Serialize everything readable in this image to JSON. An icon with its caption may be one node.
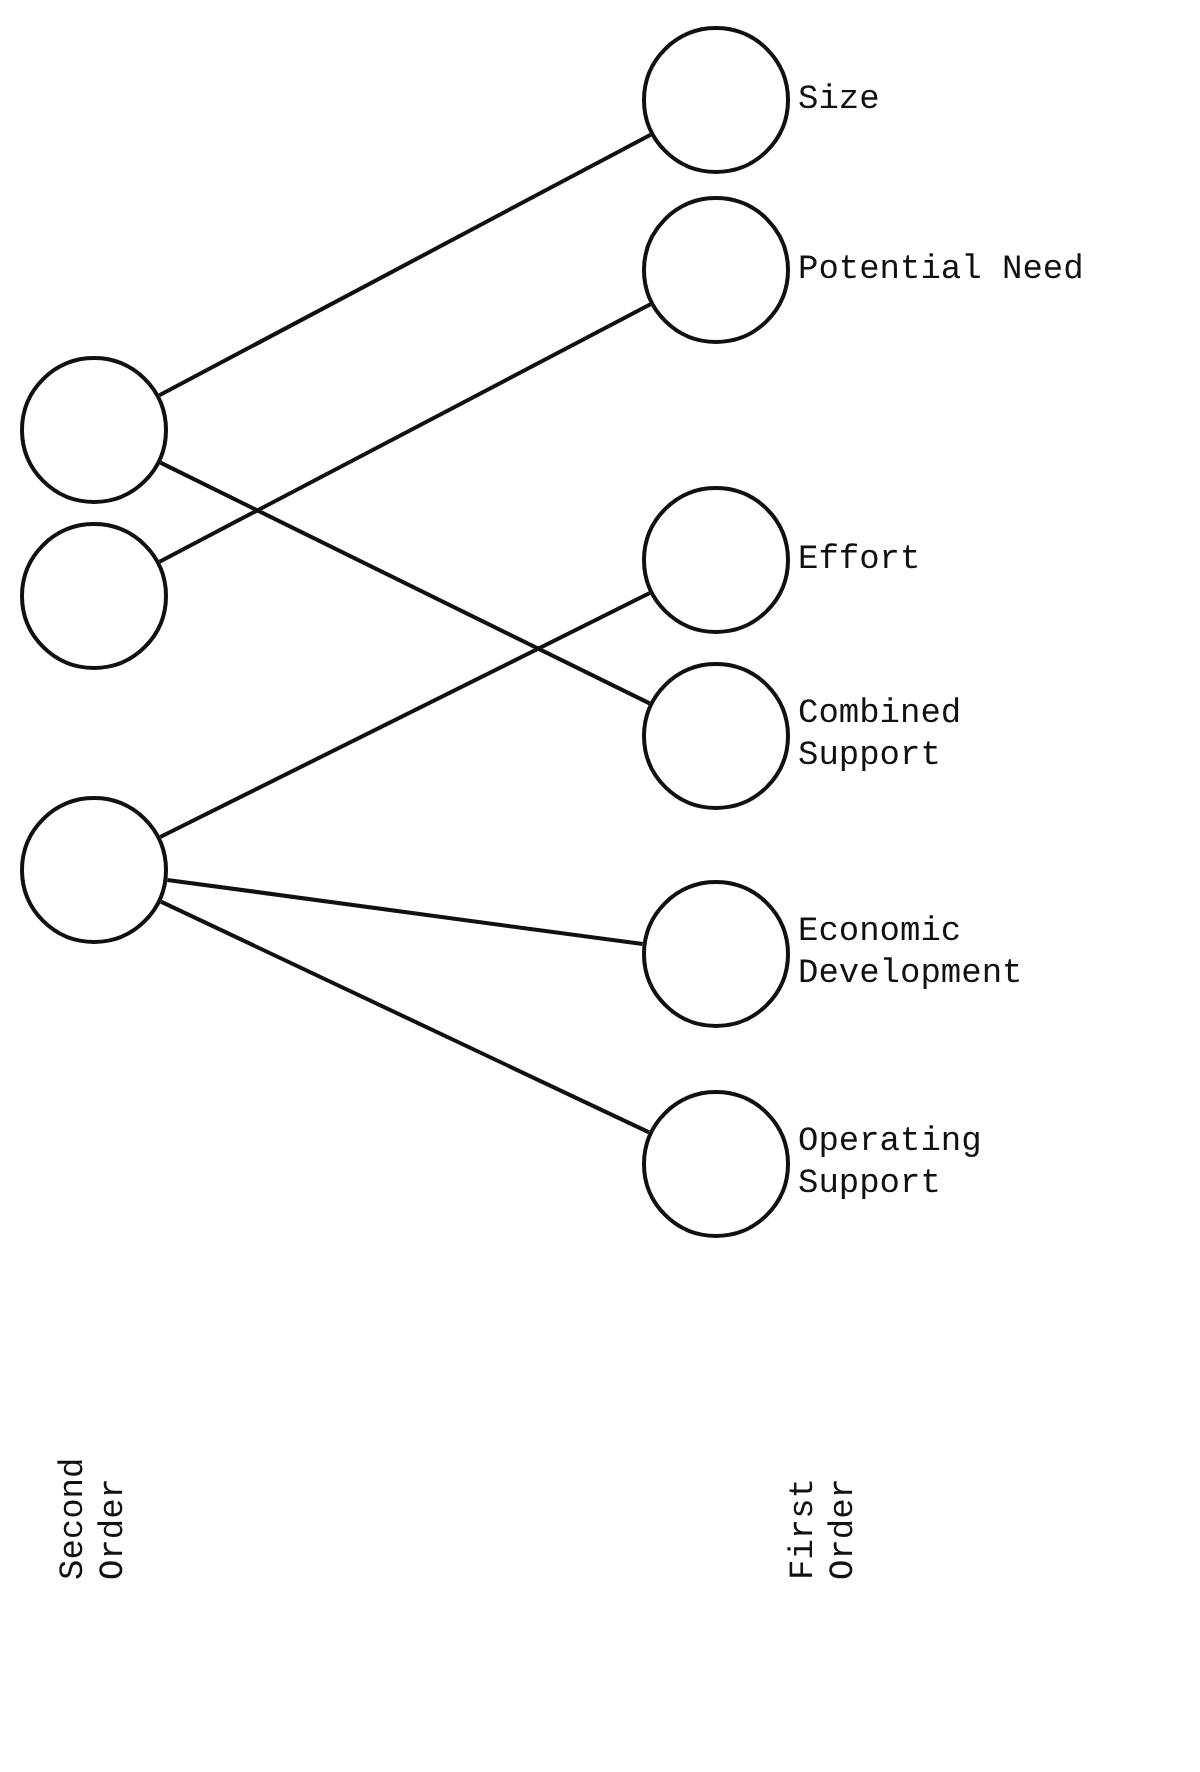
{
  "diagram": {
    "nodes": [
      {
        "text": [],
        "shape": "circle"
      },
      {
        "text": [],
        "shape": "circle"
      },
      {
        "text": [],
        "shape": "circle"
      },
      {
        "text": [],
        "shape": "circle",
        "beside": [
          "Size"
        ]
      },
      {
        "text": [],
        "shape": "circle",
        "beside": [
          "Potential Need"
        ]
      },
      {
        "text": [],
        "shape": "circle",
        "beside": [
          "Effort"
        ]
      },
      {
        "text": [],
        "shape": "circle",
        "beside": [
          "Combined Support"
        ]
      },
      {
        "text": [],
        "shape": "circle",
        "beside": [
          "Economic Development"
        ]
      },
      {
        "text": [],
        "shape": "circle",
        "beside": [
          "Operating Support"
        ]
      }
    ],
    "edges": [
      {
        "from": 0,
        "to": 3,
        "arrow": "none"
      },
      {
        "from": 0,
        "to": 6,
        "arrow": "none"
      },
      {
        "from": 1,
        "to": 4,
        "arrow": "none"
      },
      {
        "from": 2,
        "to": 5,
        "arrow": "none"
      },
      {
        "from": 2,
        "to": 7,
        "arrow": "none"
      },
      {
        "from": 2,
        "to": 8,
        "arrow": "none"
      }
    ],
    "labels": [
      "Second Order",
      "First Order"
    ]
  }
}
